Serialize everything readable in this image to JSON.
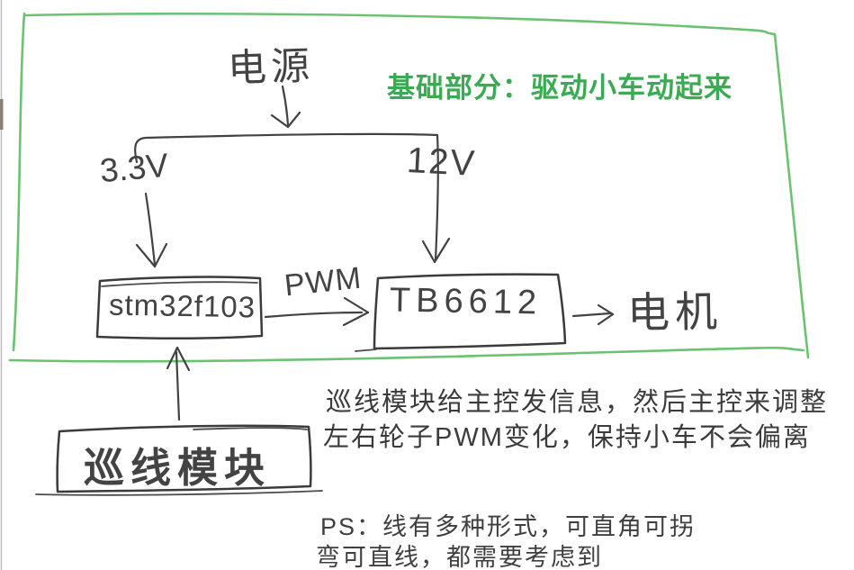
{
  "title": {
    "text": "基础部分：驱动小车动起来",
    "color": "#3aab52"
  },
  "nodes": {
    "power": {
      "label": "电源"
    },
    "mcu": {
      "label": "stm32f103"
    },
    "motor_driver": {
      "label": "TB6612"
    },
    "motor": {
      "label": "电机"
    },
    "line_module": {
      "label": "巡线模块"
    }
  },
  "edges": {
    "power_to_mcu": {
      "label": "3.3V"
    },
    "power_to_driver": {
      "label": "12V"
    },
    "mcu_to_driver": {
      "label": "PWM"
    }
  },
  "notes": {
    "description_line1": "巡线模块给主控发信息，然后主控来调整",
    "description_line2": "左右轮子PWM变化，保持小车不会偏离",
    "ps_line1": "PS：线有多种形式，可直角可拐",
    "ps_line2": "弯可直线，都需要考虑到"
  },
  "colors": {
    "ink": "#424242",
    "frame_green": "#6cc272",
    "title_green": "#3aab52",
    "background": "#ffffff"
  }
}
